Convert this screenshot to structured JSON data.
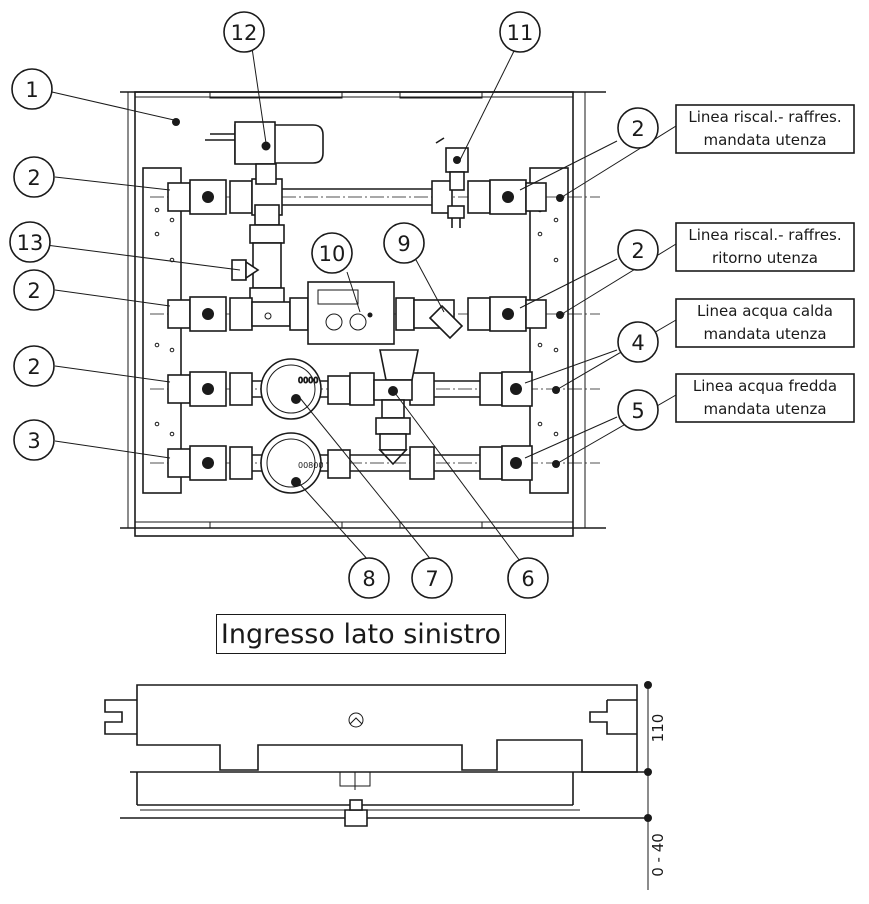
{
  "callouts": [
    "1",
    "2",
    "3",
    "4",
    "5",
    "6",
    "7",
    "8",
    "9",
    "10",
    "11",
    "12",
    "13"
  ],
  "labels": {
    "line1": [
      "Linea riscal.- raffres.",
      "mandata utenza"
    ],
    "line2": [
      "Linea riscal.- raffres.",
      "ritorno utenza"
    ],
    "line3": [
      "Linea acqua calda",
      "mandata utenza"
    ],
    "line4": [
      "Linea acqua fredda",
      "mandata utenza"
    ]
  },
  "caption": "Ingresso lato sinistro",
  "dimensions": {
    "upper": "110",
    "lower": "0 - 40"
  },
  "meter_readings": {
    "meter_hot": "0000",
    "meter_cold": "00800"
  }
}
